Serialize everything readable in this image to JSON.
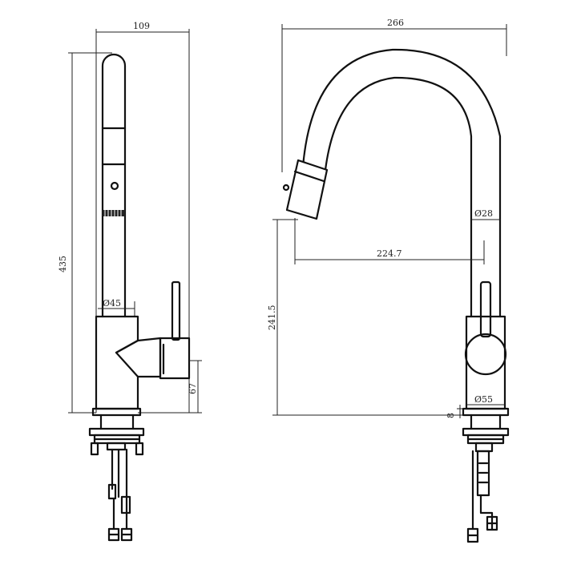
{
  "diagram": {
    "left_view": {
      "width_label": "109",
      "height_label": "435",
      "spout_diameter_label": "Ø45",
      "base_height_label": "67"
    },
    "right_view": {
      "width_label": "266",
      "spout_diameter_label": "Ø28",
      "reach_label": "224.7",
      "outlet_height_label": "241.5",
      "base_diameter_label": "Ø55",
      "base_thickness_label": "8"
    }
  }
}
